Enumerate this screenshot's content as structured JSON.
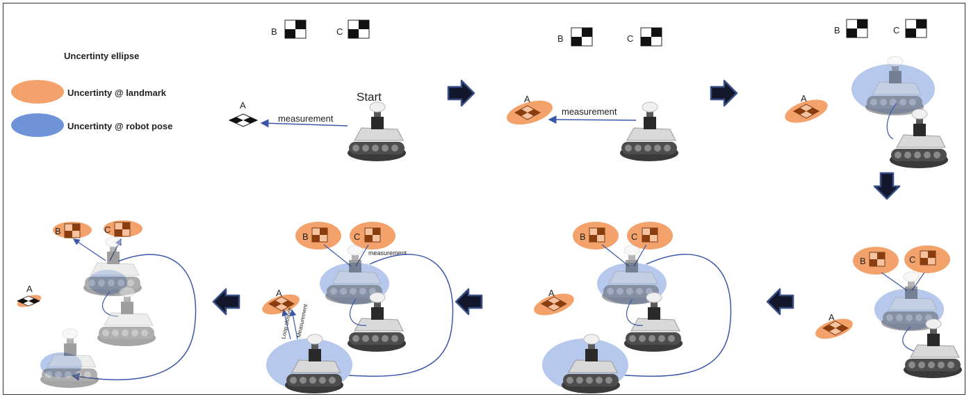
{
  "legend": {
    "title": "Uncertinty ellipse",
    "landmark_label": "Uncertinty @ landmark",
    "robot_label": "Uncertinty @ robot pose",
    "landmark_color": "#f4a26b",
    "robot_color": "#6f93d6"
  },
  "colors": {
    "landmark_ellipse": "#f4a26b",
    "robot_ellipse": "#b6c8ec",
    "arrow_fill": "#12172b",
    "arrow_stroke": "#3a4f86",
    "line": "#3a56a8"
  },
  "labels": {
    "landmark_a": "A",
    "landmark_b": "B",
    "landmark_c": "C",
    "start": "Start",
    "measurement": "measurement",
    "measurement_cap": "Measurement",
    "loop_closure": "Loop closure"
  },
  "flow_arrows": [
    {
      "direction": "right"
    },
    {
      "direction": "right"
    },
    {
      "direction": "down"
    },
    {
      "direction": "left"
    },
    {
      "direction": "left"
    },
    {
      "direction": "left"
    }
  ]
}
